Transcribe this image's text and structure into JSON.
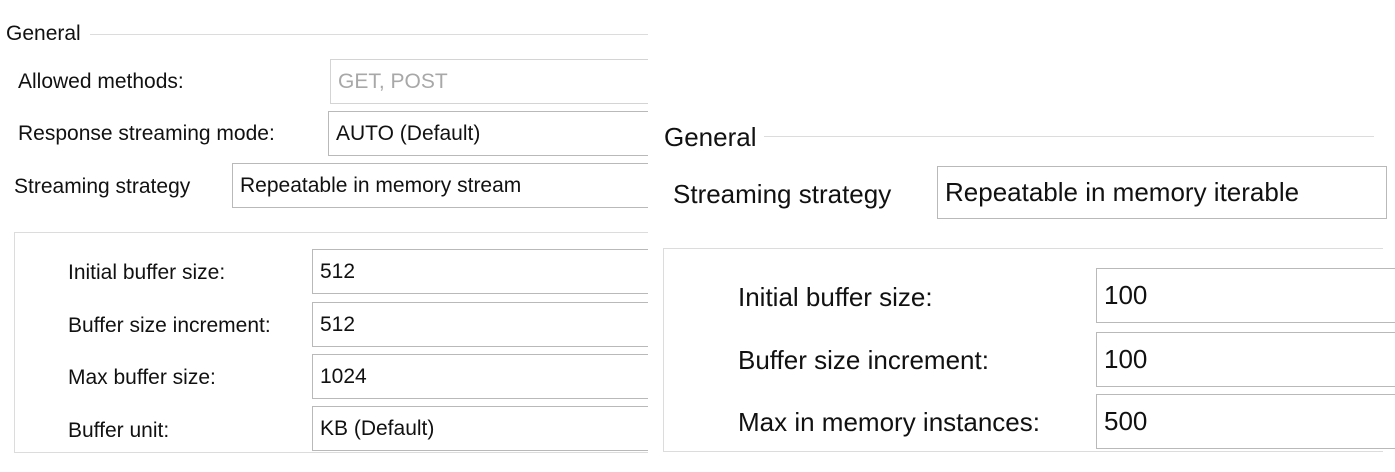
{
  "left_panel": {
    "section_title": "General",
    "allowed_methods": {
      "label": "Allowed methods:",
      "value": "GET, POST"
    },
    "response_streaming_mode": {
      "label": "Response streaming mode:",
      "value": "AUTO (Default)"
    },
    "streaming_strategy": {
      "label": "Streaming strategy",
      "value": "Repeatable in memory stream"
    },
    "fields": [
      {
        "label": "Initial buffer size:",
        "value": "512"
      },
      {
        "label": "Buffer size increment:",
        "value": "512"
      },
      {
        "label": "Max buffer size:",
        "value": "1024"
      },
      {
        "label": "Buffer unit:",
        "value": "KB (Default)"
      }
    ]
  },
  "right_panel": {
    "section_title": "General",
    "streaming_strategy": {
      "label": "Streaming strategy",
      "value": "Repeatable in memory iterable"
    },
    "fields": [
      {
        "label": "Initial buffer size:",
        "value": "100"
      },
      {
        "label": "Buffer size increment:",
        "value": "100"
      },
      {
        "label": "Max in memory instances:",
        "value": "500"
      }
    ]
  }
}
